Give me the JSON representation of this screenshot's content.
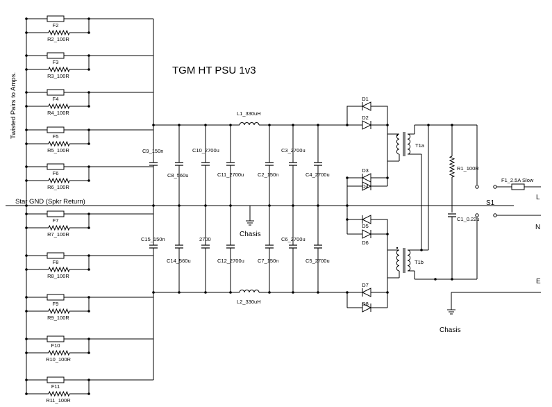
{
  "title": "TGM HT PSU 1v3",
  "side_label": "Twisted Pairs to Amps.",
  "star_gnd_label": "Star GND (Spkr Return)",
  "chasis_center_label": "Chasis",
  "chasis_right_label": "Chasis",
  "switch_label": "S1",
  "terminals": {
    "L": "L",
    "N": "N",
    "E": "E"
  },
  "fuse_pairs": [
    {
      "fuse": "F2",
      "resistor": "R2_100R"
    },
    {
      "fuse": "F3",
      "resistor": "R3_100R"
    },
    {
      "fuse": "F4",
      "resistor": "R4_100R"
    },
    {
      "fuse": "F5",
      "resistor": "R5_100R"
    },
    {
      "fuse": "F6",
      "resistor": "R6_100R"
    },
    {
      "fuse": "F7",
      "resistor": "R7_100R"
    },
    {
      "fuse": "F8",
      "resistor": "R8_100R"
    },
    {
      "fuse": "F9",
      "resistor": "R9_100R"
    },
    {
      "fuse": "F10",
      "resistor": "R10_100R"
    },
    {
      "fuse": "F11",
      "resistor": "R11_100R"
    }
  ],
  "top_caps": [
    "C9_150n",
    "C8_560u",
    "C10_2700u",
    "C11_2700u",
    "C2_150n",
    "C3_2700u",
    "C4_2700u"
  ],
  "bottom_caps": [
    "C15_150n",
    "C14_560u",
    "2700",
    "C12_2700u",
    "C7_150n",
    "C6_2700u",
    "C5_2700u"
  ],
  "inductor_top": "L1_330uH",
  "inductor_bottom": "L2_330uH",
  "diodes": [
    "D1",
    "D2",
    "D3",
    "D4",
    "D5",
    "D6",
    "D7",
    "D8"
  ],
  "transformer_top": "T1a",
  "transformer_bottom": "T1b",
  "resistor_r1": "R1_100R",
  "cap_c1": "C1_0.22u",
  "mains_fuse": "F1_2.5A Slow"
}
